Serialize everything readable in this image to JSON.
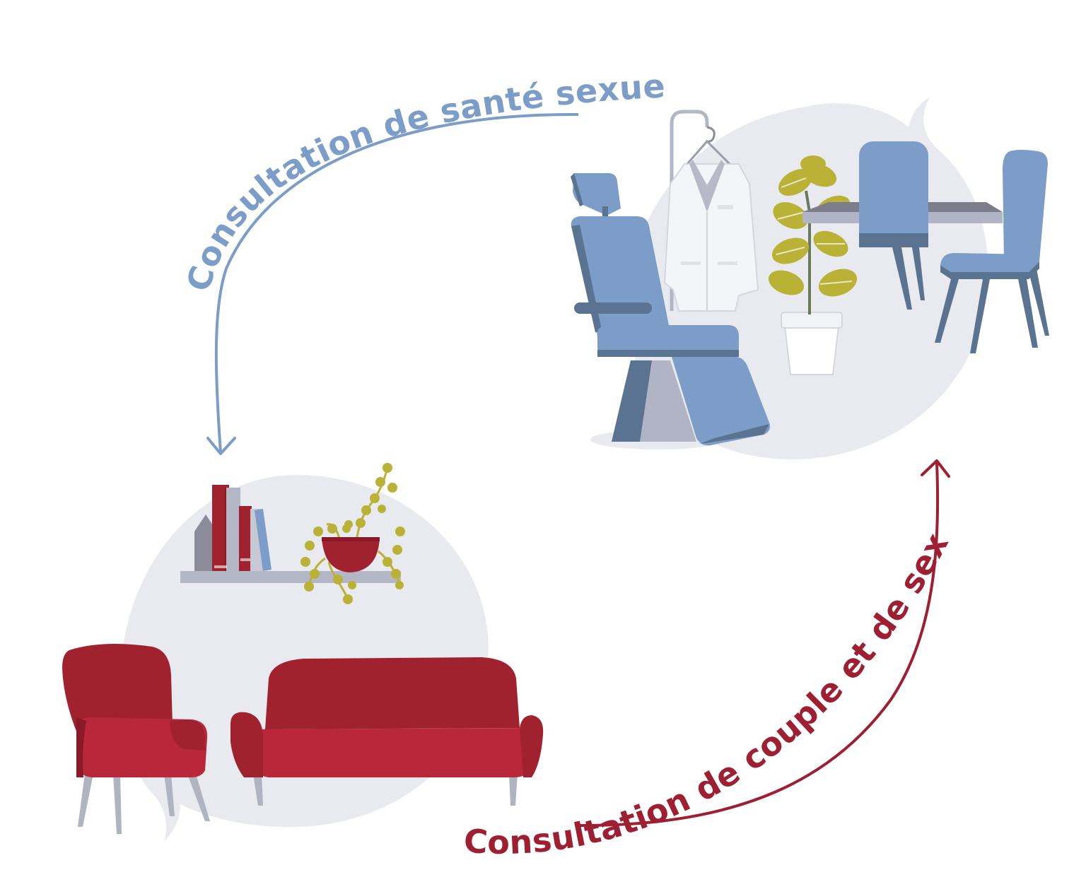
{
  "labels": {
    "top": "Consultation de santé sexuelle",
    "bottom": "Consultation de couple et de sexologie"
  },
  "colors": {
    "blue_arrow": "#7b9dc7",
    "red_arrow": "#9e1e32",
    "bubble": "#e8eaef",
    "chair_blue": "#7b9dc7",
    "chair_blue_dark": "#5a7390",
    "sofa_red": "#a0222f",
    "sofa_red_light": "#b8283a",
    "plant_yellow": "#b9b236",
    "leg_grey": "#b0b3c0",
    "shelf_grey": "#b3b6c4"
  },
  "scenes": {
    "medical": {
      "items": [
        "examination-chair",
        "lab-coat",
        "coat-stand",
        "potted-plant",
        "table",
        "chair",
        "chair"
      ]
    },
    "therapy": {
      "items": [
        "armchair",
        "sofa",
        "wall-shelf",
        "books",
        "decor-house",
        "hanging-plant"
      ]
    }
  }
}
